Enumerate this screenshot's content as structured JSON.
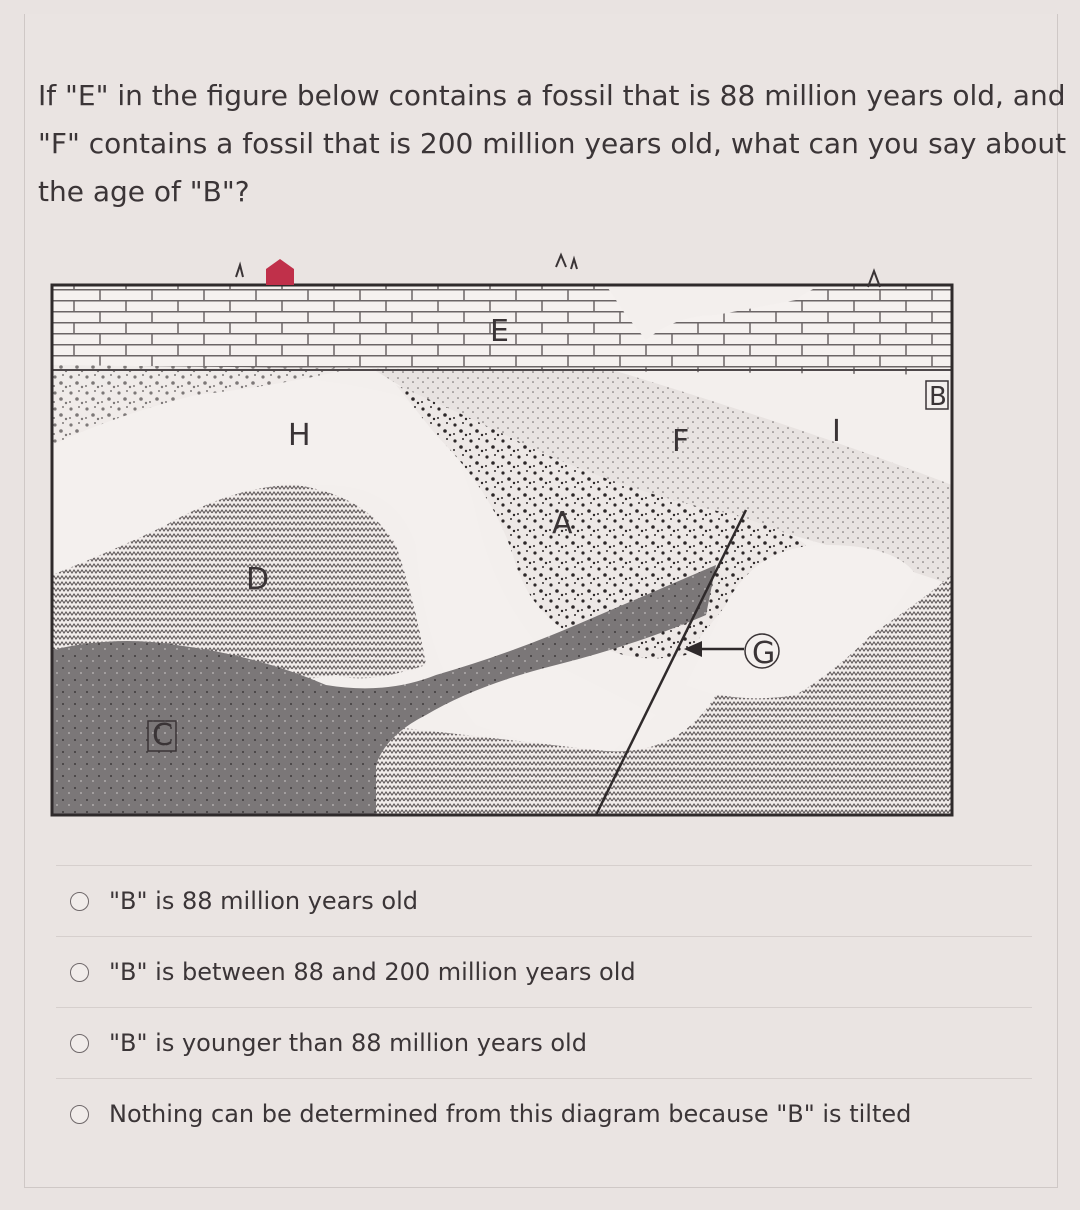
{
  "question": {
    "text": "If \"E\" in the figure below contains a fossil that is 88 million years old, and \"F\" contains a fossil that is 200 million years old, what can you say about the age of \"B\"?"
  },
  "figure": {
    "labels": {
      "E": "E",
      "B": "B",
      "H": "H",
      "F": "F",
      "I": "I",
      "A": "A",
      "D": "D",
      "G": "G",
      "C": "C"
    }
  },
  "options": [
    {
      "label": "\"B\" is 88 million years old"
    },
    {
      "label": "\"B\" is between 88 and 200 million years old"
    },
    {
      "label": "\"B\" is younger than 88 million years old"
    },
    {
      "label": "Nothing can be determined from this diagram because \"B\" is tilted"
    }
  ]
}
